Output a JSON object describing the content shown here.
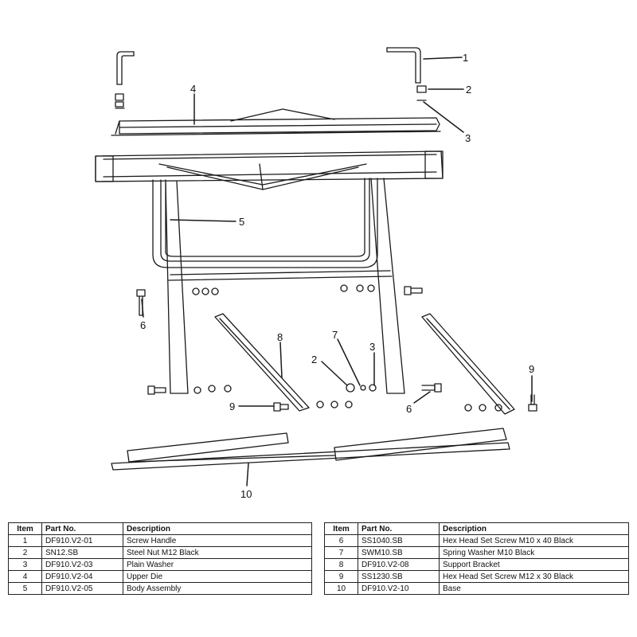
{
  "callouts": {
    "c1": "1",
    "c2a": "2",
    "c3a": "3",
    "c4": "4",
    "c5": "5",
    "c6a": "6",
    "c7": "7",
    "c2b": "2",
    "c3b": "3",
    "c8": "8",
    "c9a": "9",
    "c6b": "6",
    "c9b": "9",
    "c10": "10"
  },
  "table": {
    "headers": {
      "item": "Item",
      "part_no": "Part No.",
      "description": "Description"
    },
    "left_rows": [
      {
        "item": "1",
        "part_no": "DF910.V2-01",
        "description": "Screw Handle"
      },
      {
        "item": "2",
        "part_no": "SN12.SB",
        "description": "Steel Nut M12 Black"
      },
      {
        "item": "3",
        "part_no": "DF910.V2-03",
        "description": "Plain Washer"
      },
      {
        "item": "4",
        "part_no": "DF910.V2-04",
        "description": "Upper Die"
      },
      {
        "item": "5",
        "part_no": "DF910.V2-05",
        "description": "Body Assembly"
      }
    ],
    "right_rows": [
      {
        "item": "6",
        "part_no": "SS1040.SB",
        "description": "Hex Head Set Screw M10 x 40 Black"
      },
      {
        "item": "7",
        "part_no": "SWM10.SB",
        "description": "Spring Washer M10 Black"
      },
      {
        "item": "8",
        "part_no": "DF910.V2-08",
        "description": "Support Bracket"
      },
      {
        "item": "9",
        "part_no": "SS1230.SB",
        "description": "Hex Head Set Screw M12 x 30 Black"
      },
      {
        "item": "10",
        "part_no": "DF910.V2-10",
        "description": "Base"
      }
    ]
  }
}
